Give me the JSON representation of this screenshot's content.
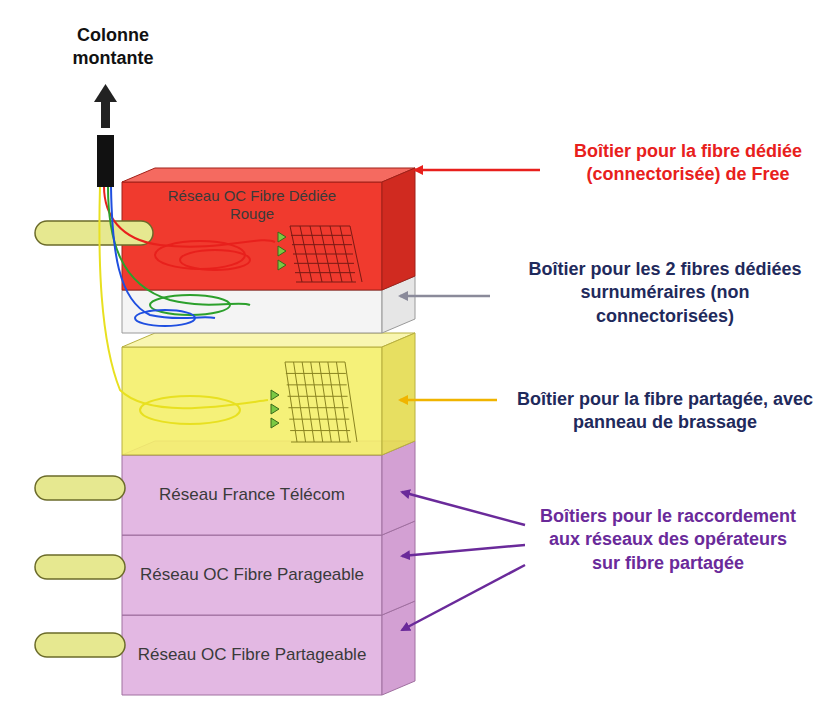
{
  "diagram": {
    "nodes": [
      {
        "text": [
          "Réseau OC Fibre Dédiée Rouge"
        ]
      },
      {
        "text": [
          "Réseau France Télécom"
        ]
      },
      {
        "text": [
          "Réseau OC Fibre Parageable"
        ]
      },
      {
        "text": [
          "Réseau OC Fibre Partageable"
        ]
      }
    ],
    "labels": [
      "Colonne montante",
      "Boîtier pour la fibre dédiée (connectorisée) de Free",
      "Boîtier pour les 2 fibres dédiées surnuméraires (non connectorisées)",
      "Boîtier pour la fibre partagée, avec panneau de brassage",
      "Boîtiers pour le raccordement aux réseaux des opérateurs sur fibre partagée"
    ]
  }
}
